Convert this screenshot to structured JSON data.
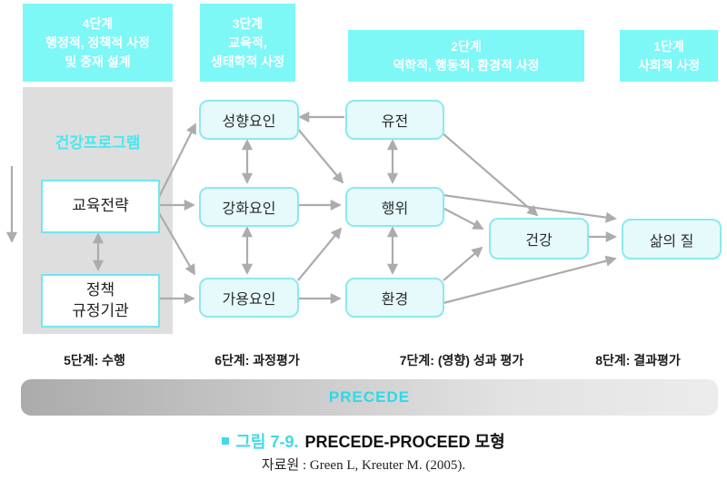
{
  "stages_top": {
    "stage4": {
      "line1": "4단계",
      "line2": "행정적, 정책적 사정",
      "line3": "및 중재 설계"
    },
    "stage3": {
      "line1": "3단계",
      "line2": "교육적,",
      "line3": "생태학적 사정"
    },
    "stage2": {
      "line1": "2단계",
      "line2": "역학적, 행동적, 환경적 사정"
    },
    "stage1": {
      "line1": "1단계",
      "line2": "사회적 사정"
    }
  },
  "program_panel": {
    "title": "건강프로그램",
    "education_strategy": "교육전략",
    "policy_line1": "정책",
    "policy_line2": "규정기관"
  },
  "nodes": {
    "predisposing": "성향요인",
    "reinforcing": "강화요인",
    "enabling": "가용요인",
    "genetics": "유전",
    "behavior": "행위",
    "environment": "환경",
    "health": "건강",
    "quality_of_life": "삶의 질"
  },
  "stages_bottom": {
    "stage5": "5단계: 수행",
    "stage6": "6단계: 과정평가",
    "stage7": "7단계: (영향) 성과 평가",
    "stage8": "8단계: 결과평가"
  },
  "precede_bar": {
    "label": "PRECEDE"
  },
  "caption": {
    "figure_label": "그림 7-9.",
    "title": "PRECEDE-PROCEED 모형",
    "source": "자료원 : Green L, Kreuter M. (2005)."
  },
  "colors": {
    "header_cyan": "#7ef7f7",
    "node_fill": "#e6fafb",
    "node_border": "#8be9ec",
    "panel_gray": "#dedede",
    "arrow_gray": "#acacac",
    "accent_cyan": "#3fd9e8"
  }
}
